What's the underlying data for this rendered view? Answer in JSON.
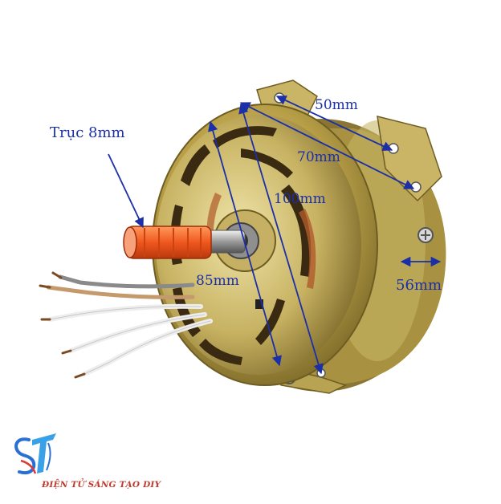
{
  "labels": {
    "shaft": "Trục 8mm",
    "dim_50": "50mm",
    "dim_70": "70mm",
    "dim_100": "100mm",
    "dim_85": "85mm",
    "dim_56": "56mm"
  },
  "brand": {
    "logo_text": "ST",
    "tagline": "ĐIỆN TỬ SÁNG TẠO DIY"
  },
  "colors": {
    "annotation": "#1b2fa8",
    "brand_red": "#c0392b",
    "motor_metal": "#b8a24a",
    "shaft_cap": "#f06a2a"
  },
  "icons": [
    "fan-motor-image",
    "st-logo-icon"
  ]
}
